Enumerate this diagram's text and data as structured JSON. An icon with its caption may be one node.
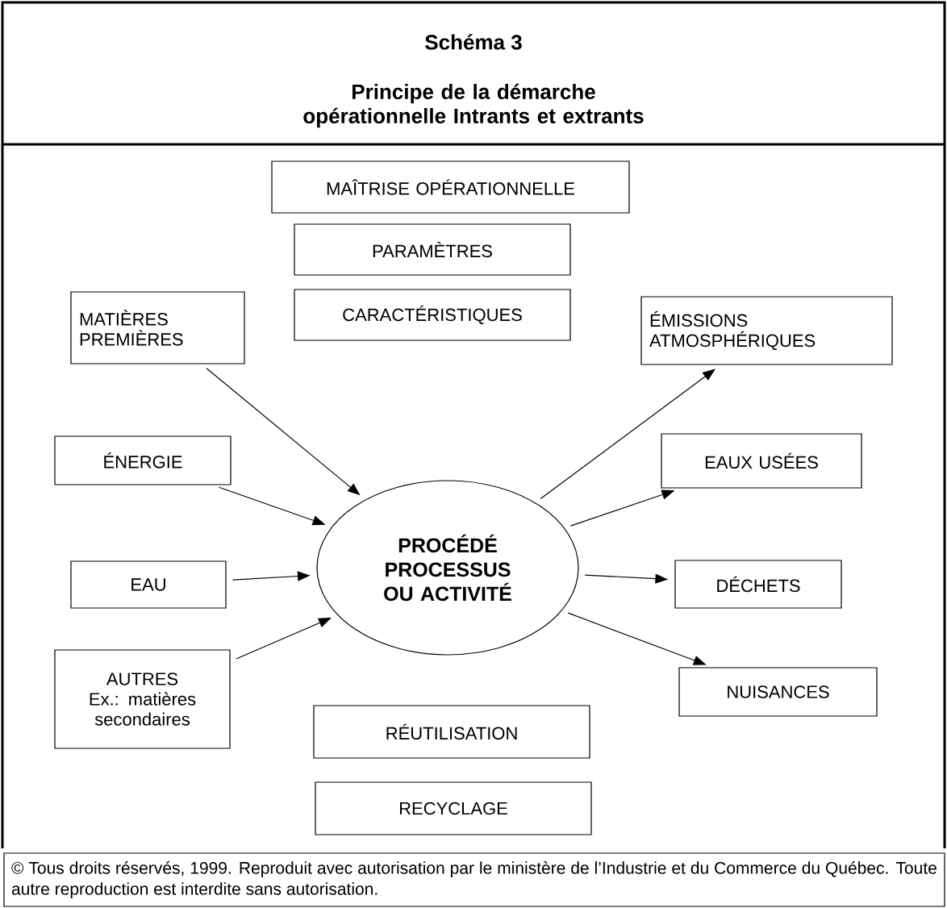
{
  "diagram": {
    "title": "Schéma 3",
    "nodes": [
      {
        "text": [
          "MAÎTRISE OPÉRATIONNELLE"
        ]
      },
      {
        "text": [
          "PARAMÈTRES"
        ]
      },
      {
        "text": [
          "CARACTÉRISTIQUES"
        ]
      },
      {
        "text": [
          "MATIÈRES PREMIÈRES"
        ]
      },
      {
        "text": [
          "ÉNERGIE"
        ]
      },
      {
        "text": [
          "EAU"
        ]
      },
      {
        "text": [
          "AUTRES",
          "Ex.: matières secondaires"
        ]
      },
      {
        "text": [
          "PROCÉDÉ PROCESSUS OU ACTIVITÉ"
        ]
      },
      {
        "text": [
          "ÉMISSIONS ATMOSPHÉRIQUES"
        ]
      },
      {
        "text": [
          "EAUX USÉES"
        ]
      },
      {
        "text": [
          "DÉCHETS"
        ]
      },
      {
        "text": [
          "NUISANCES"
        ]
      },
      {
        "text": [
          "RÉUTILISATION"
        ]
      },
      {
        "text": [
          "RECYCLAGE"
        ]
      }
    ],
    "edges": [
      {
        "from": 3,
        "to": 7,
        "arrow": "to"
      },
      {
        "from": 4,
        "to": 7,
        "arrow": "to"
      },
      {
        "from": 5,
        "to": 7,
        "arrow": "to"
      },
      {
        "from": 6,
        "to": 7,
        "arrow": "to"
      },
      {
        "from": 7,
        "to": 8,
        "arrow": "to"
      },
      {
        "from": 7,
        "to": 9,
        "arrow": "to"
      },
      {
        "from": 7,
        "to": 10,
        "arrow": "to"
      },
      {
        "from": 7,
        "to": 11,
        "arrow": "to"
      }
    ],
    "labels": [
      "Principe de la démarche opérationnelle Intrants et extrants"
    ],
    "caption": "© Tous droits réservés, 1999. Reproduit avec autorisation par le ministère de l’Industrie et du Commerce du Québec. Toute autre reproduction est interdite sans autorisation."
  }
}
